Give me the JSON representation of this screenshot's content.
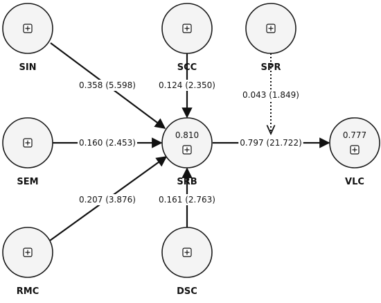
{
  "nodes": [
    {
      "id": "SIN",
      "label": "SIN",
      "r2": "",
      "icon": "expand-plus-icon"
    },
    {
      "id": "SCC",
      "label": "SCC",
      "r2": "",
      "icon": "expand-plus-icon"
    },
    {
      "id": "SPR",
      "label": "SPR",
      "r2": "",
      "icon": "expand-plus-icon"
    },
    {
      "id": "SEM",
      "label": "SEM",
      "r2": "",
      "icon": "expand-plus-icon"
    },
    {
      "id": "SRB",
      "label": "SRB",
      "r2": "0.810",
      "icon": "expand-plus-icon"
    },
    {
      "id": "VLC",
      "label": "VLC",
      "r2": "0.777",
      "icon": "expand-plus-icon"
    },
    {
      "id": "RMC",
      "label": "RMC",
      "r2": "",
      "icon": "expand-plus-icon"
    },
    {
      "id": "DSC",
      "label": "DSC",
      "r2": "",
      "icon": "expand-plus-icon"
    }
  ],
  "edges": [
    {
      "from": "SIN",
      "to": "SRB",
      "label": "0.358 (5.598)",
      "style": "solid"
    },
    {
      "from": "SCC",
      "to": "SRB",
      "label": "0.124 (2.350)",
      "style": "solid"
    },
    {
      "from": "SEM",
      "to": "SRB",
      "label": "0.160 (2.453)",
      "style": "solid"
    },
    {
      "from": "RMC",
      "to": "SRB",
      "label": "0.207 (3.876)",
      "style": "solid"
    },
    {
      "from": "DSC",
      "to": "SRB",
      "label": "0.161 (2.763)",
      "style": "solid"
    },
    {
      "from": "SRB",
      "to": "VLC",
      "label": "0.797 (21.722)",
      "style": "solid"
    },
    {
      "from": "SPR",
      "to": "VLC",
      "label": "0.043 (1.849)",
      "style": "dotted"
    }
  ]
}
